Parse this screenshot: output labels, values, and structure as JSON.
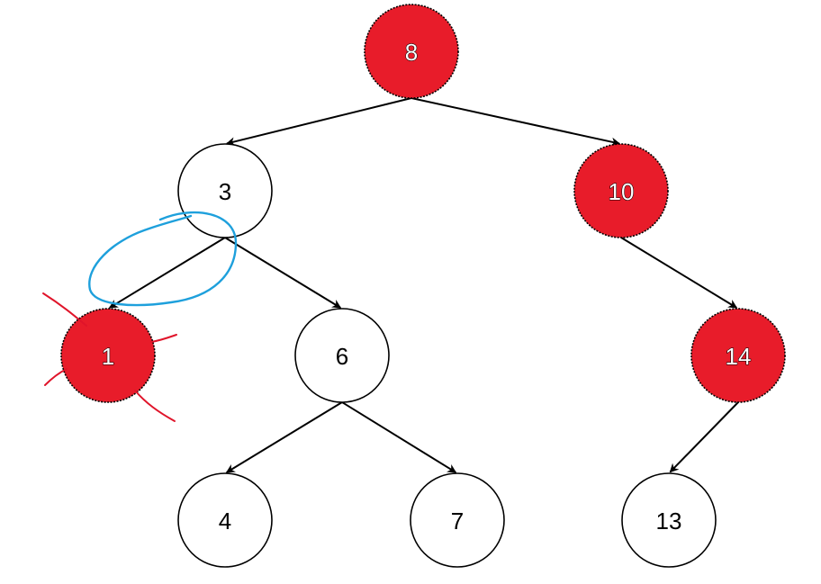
{
  "diagram": {
    "nodes": [
      {
        "id": "n8",
        "label": "8",
        "highlight": true
      },
      {
        "id": "n3",
        "label": "3",
        "highlight": false
      },
      {
        "id": "n10",
        "label": "10",
        "highlight": true
      },
      {
        "id": "n1",
        "label": "1",
        "highlight": true
      },
      {
        "id": "n6",
        "label": "6",
        "highlight": false
      },
      {
        "id": "n14",
        "label": "14",
        "highlight": true
      },
      {
        "id": "n4",
        "label": "4",
        "highlight": false
      },
      {
        "id": "n7",
        "label": "7",
        "highlight": false
      },
      {
        "id": "n13",
        "label": "13",
        "highlight": false
      }
    ],
    "edges": [
      {
        "from": "n8",
        "to": "n3"
      },
      {
        "from": "n8",
        "to": "n10"
      },
      {
        "from": "n3",
        "to": "n1"
      },
      {
        "from": "n3",
        "to": "n6"
      },
      {
        "from": "n10",
        "to": "n14"
      },
      {
        "from": "n6",
        "to": "n4"
      },
      {
        "from": "n6",
        "to": "n7"
      },
      {
        "from": "n14",
        "to": "n13"
      }
    ],
    "annotations": [
      {
        "type": "circled-edge",
        "edge": "n3-n1",
        "color": "#1ea0dc"
      },
      {
        "type": "cross-out",
        "node": "n1",
        "color": "#e0142a"
      }
    ]
  },
  "colors": {
    "highlight_fill": "#e81c2a",
    "normal_fill": "#ffffff",
    "stroke": "#000000",
    "highlight_text": "#ffffff",
    "normal_text": "#000000",
    "background": "#ffffff"
  }
}
